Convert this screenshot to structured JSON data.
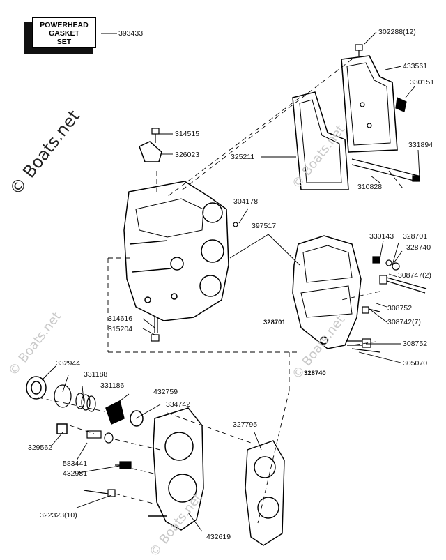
{
  "kit_box": {
    "lines": [
      "POWERHEAD",
      "GASKET",
      "SET"
    ],
    "part_number": "393433"
  },
  "watermarks": [
    "© Boats.net",
    "© Boats.net",
    "© Boats.net",
    "© Boats.net",
    "© Boats.net"
  ],
  "part_labels": {
    "p302288": "302288(12)",
    "p433561": "433561",
    "p330151": "330151",
    "p314515": "314515",
    "p326023": "326023",
    "p325211": "325211",
    "p331894": "331894",
    "p310828": "310828",
    "p304178": "304178",
    "p397517": "397517",
    "p330143": "330143",
    "p328701a": "328701",
    "p328740a": "328740",
    "p308747": "308747(2)",
    "p308752a": "308752",
    "p308742": "308742(7)",
    "p314616": "314616",
    "p315204": "315204",
    "p328701b": "328701",
    "p308752b": "308752",
    "p305070": "305070",
    "p328740b": "328740",
    "p332944": "332944",
    "p331188": "331188",
    "p331186": "331186",
    "p432759": "432759",
    "p334742": "334742",
    "p327795": "327795",
    "p329562": "329562",
    "p583441": "583441",
    "p432981": "432981",
    "p322323": "322323(10)",
    "p432619": "432619"
  }
}
